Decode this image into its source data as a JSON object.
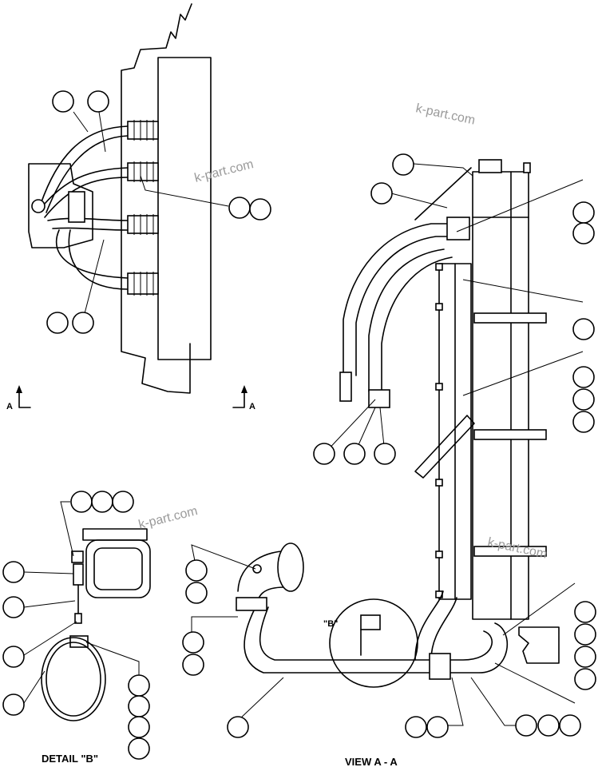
{
  "labels": {
    "detail_b_title": "DETAIL \"B\"",
    "view_aa_title": "VIEW A - A",
    "detail_callout": "\"B\"",
    "section_mark_left": "A",
    "section_mark_right": "A"
  },
  "watermarks": [
    "k-part.com",
    "k-part.com",
    "k-part.com",
    "k-part.com"
  ],
  "colors": {
    "line": "#000000",
    "watermark": "#9a9a9a",
    "background": "#ffffff"
  }
}
